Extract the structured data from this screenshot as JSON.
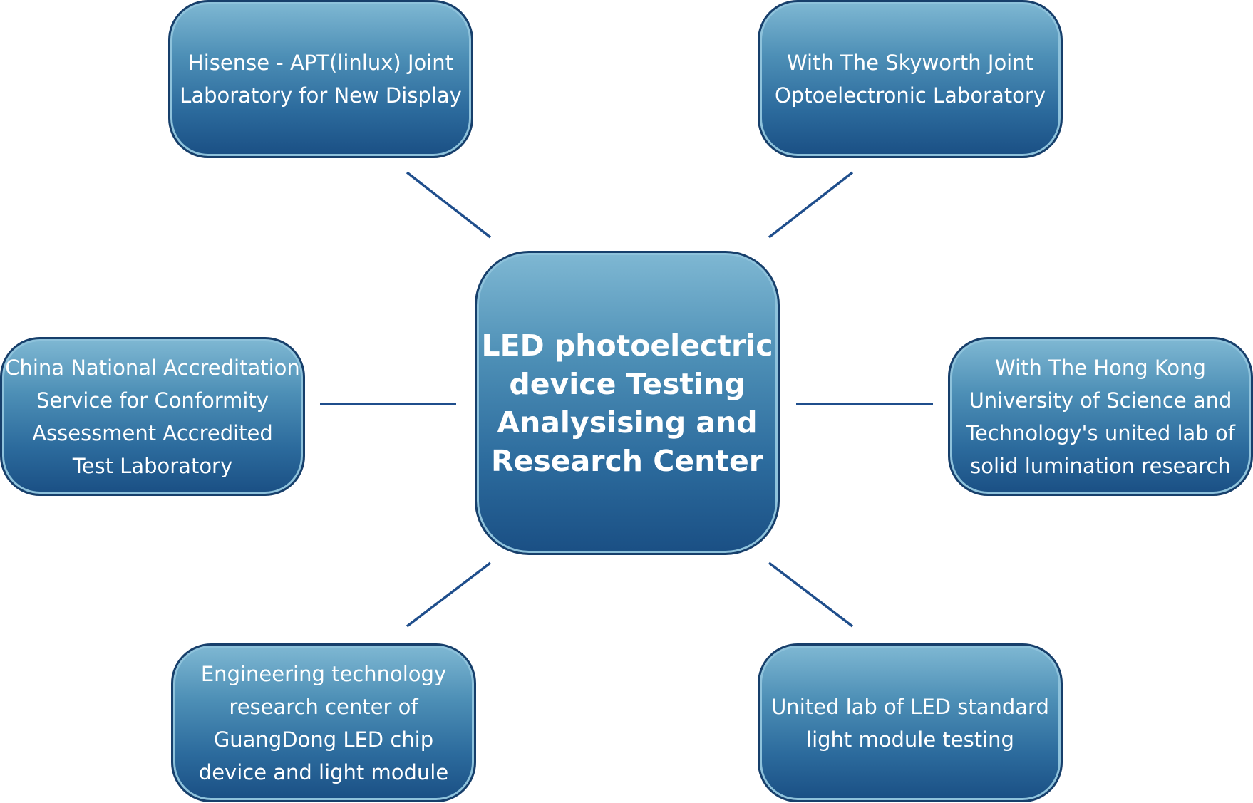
{
  "diagram": {
    "center": {
      "label": "LED photoelectric\ndevice Testing\nAnalysising and\nResearch Center"
    },
    "nodes": [
      {
        "id": "top-left",
        "label": "Hisense - APT(linlux) Joint\nLaboratory for New Display"
      },
      {
        "id": "top-right",
        "label": "With The Skyworth Joint\nOptoelectronic Laboratory"
      },
      {
        "id": "middle-left",
        "label": "China National Accreditation\nService for Conformity\nAssessment Accredited\nTest Laboratory"
      },
      {
        "id": "middle-right",
        "label": "With The Hong Kong\nUniversity of Science and\nTechnology's united lab of\nsolid lumination research"
      },
      {
        "id": "bottom-left",
        "label": "Engineering technology\nresearch center of\nGuangDong LED chip\ndevice and light module"
      },
      {
        "id": "bottom-right",
        "label": "United lab of LED standard\nlight module testing"
      }
    ],
    "colors": {
      "box_top": "#7fb8d3",
      "box_bottom": "#1a4f84",
      "border": "#173f6b",
      "connector": "#1f4e8c",
      "text": "#ffffff"
    }
  }
}
